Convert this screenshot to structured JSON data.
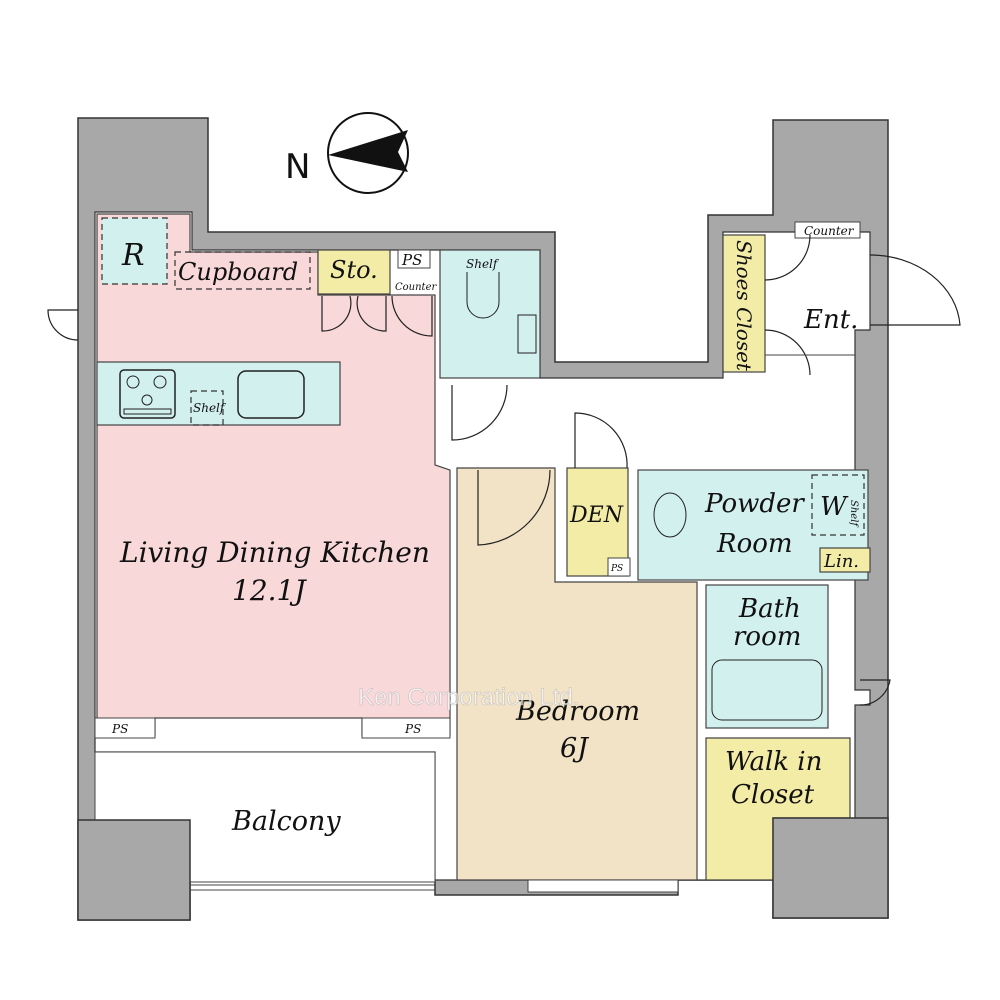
{
  "colors": {
    "wall": "#a8a8a8",
    "living": "#f8d8d8",
    "wet_area": "#d2f0ee",
    "storage": "#f3eca6",
    "bedroom": "#f2e2c6"
  },
  "compass": {
    "north_label": "N"
  },
  "rooms": {
    "ldk": {
      "name": "Living Dining Kitchen",
      "size": "12.1J"
    },
    "bedroom": {
      "name": "Bedroom",
      "size": "6J"
    },
    "balcony": "Balcony",
    "refrigerator": "R",
    "cupboard": "Cupboard",
    "storage": "Sto.",
    "ps": "PS",
    "counter": "Counter",
    "shelf": "Shelf",
    "shoes_closet": "Shoes Closet",
    "entrance": "Ent.",
    "den": "DEN",
    "powder_room": {
      "line1": "Powder",
      "line2": "Room"
    },
    "washer": "W",
    "linen": "Lin.",
    "bathroom": {
      "line1": "Bath",
      "line2": "room"
    },
    "walk_in_closet": {
      "line1": "Walk in",
      "line2": "Closet"
    }
  },
  "watermark": "Ken Corporation Ltd."
}
